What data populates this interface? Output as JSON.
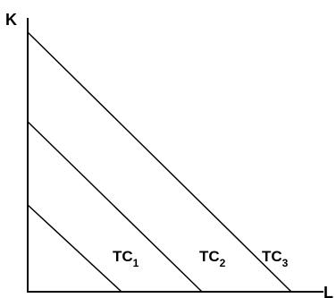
{
  "axes": {
    "y_label": "K",
    "x_label": "L"
  },
  "curves": [
    {
      "label_main": "TC",
      "label_sub": "1"
    },
    {
      "label_main": "TC",
      "label_sub": "2"
    },
    {
      "label_main": "TC",
      "label_sub": "3"
    }
  ],
  "colors": {
    "line": "#000000",
    "background": "#ffffff"
  }
}
